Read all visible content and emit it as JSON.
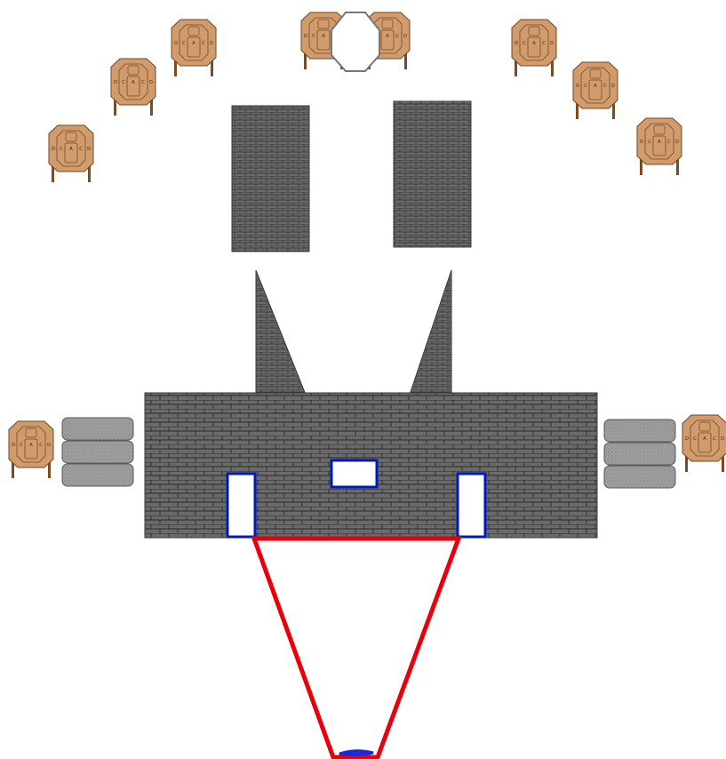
{
  "colors": {
    "target_fill": "#d29b6c",
    "target_stroke": "#6e4a2a",
    "target_leg": "#7a4b24",
    "wall_fill": "#6a6a6a",
    "wall_mortar": "#2a2a2a",
    "barrel_fill": "#9a9a9a",
    "fault_line": "#e8000b",
    "port_border": "#0019c4",
    "port_fill": "#ffffff",
    "start_marker": "#1a2bd6",
    "noshoot_stroke": "#777777"
  },
  "target_zone_labels": [
    "D",
    "C",
    "A",
    "C",
    "D"
  ],
  "icons": {
    "target": "ipsc-target-icon",
    "no_shoot": "no-shoot-target-icon",
    "barrel": "barrel-stack-icon",
    "wall": "brick-wall-icon",
    "port": "shooting-port-icon",
    "start": "start-position-icon"
  }
}
